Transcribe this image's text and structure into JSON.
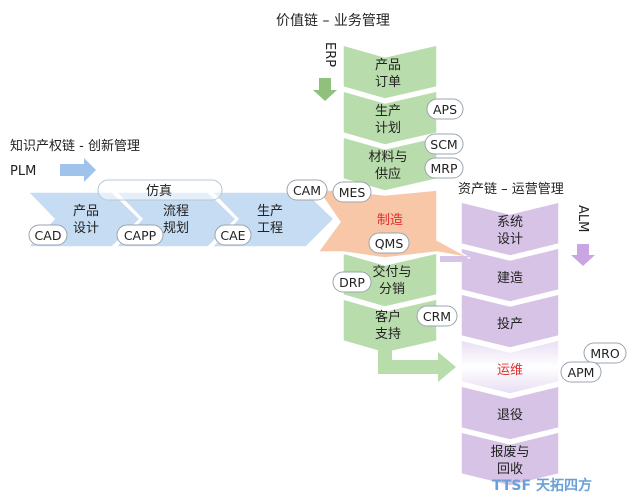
{
  "value_chain": {
    "title": "价值链 – 业务管理",
    "system": "ERP",
    "stages": [
      {
        "lines": [
          "产品",
          "订单"
        ]
      },
      {
        "lines": [
          "生产",
          "计划"
        ]
      },
      {
        "lines": [
          "材料与",
          "供应"
        ]
      },
      {
        "lines": [
          "制造"
        ],
        "highlight": true
      },
      {
        "lines": [
          "交付与",
          "分销"
        ]
      },
      {
        "lines": [
          "客户",
          "支持"
        ]
      }
    ],
    "tags": [
      "APS",
      "SCM",
      "MRP",
      "MES",
      "QMS",
      "DRP",
      "CRM"
    ]
  },
  "knowledge_chain": {
    "title": "知识产权链 - 创新管理",
    "system": "PLM",
    "stages": [
      {
        "lines": [
          "产品",
          "设计"
        ]
      },
      {
        "lines": [
          "流程",
          "规划"
        ]
      },
      {
        "lines": [
          "生产",
          "工程"
        ]
      }
    ],
    "overlay_label": "仿真",
    "tags": [
      "CAD",
      "CAPP",
      "CAE",
      "CAM"
    ]
  },
  "asset_chain": {
    "title": "资产链 – 运营管理",
    "system": "ALM",
    "stages": [
      {
        "lines": [
          "系统",
          "设计"
        ]
      },
      {
        "lines": [
          "建造"
        ]
      },
      {
        "lines": [
          "投产"
        ]
      },
      {
        "lines": [
          "运维"
        ],
        "highlight": true
      },
      {
        "lines": [
          "退役"
        ]
      },
      {
        "lines": [
          "报废与",
          "回收"
        ]
      }
    ],
    "tags": [
      "MRO",
      "APM"
    ]
  },
  "watermark": "TTSF 天拓四方",
  "colors": {
    "green": "#b8dcab",
    "green_dark": "#8fc17d",
    "blue": "#c6dcf2",
    "blue_arrow": "#9fc3ea",
    "orange": "#f7c7a8",
    "purple": "#d6c3e6",
    "purple_light": "#e5d7f0",
    "purple_arrow": "#c9a6e2",
    "highlight_text": "#e0302e"
  }
}
